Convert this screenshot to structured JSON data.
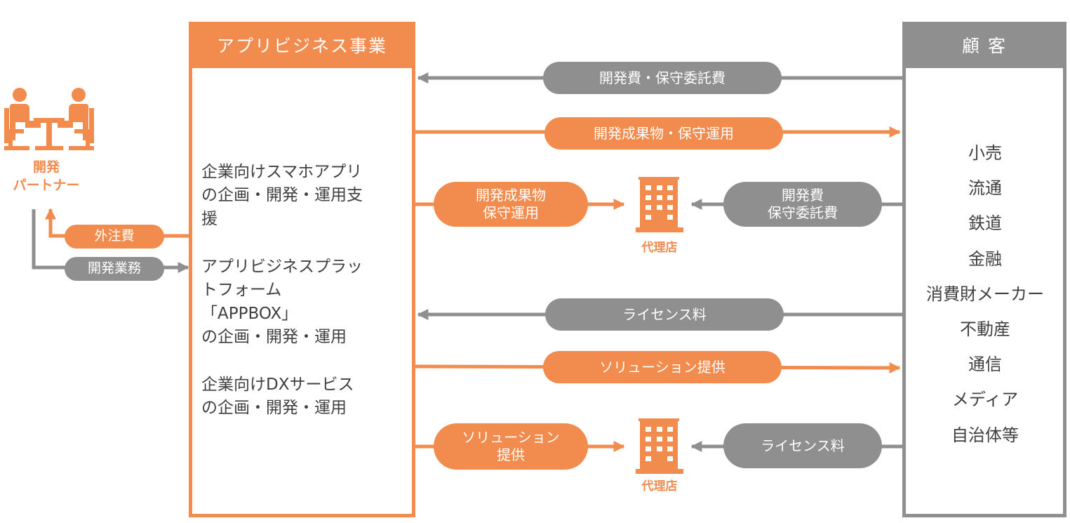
{
  "business": {
    "header": "アプリビジネス事業",
    "items": [
      {
        "lines": [
          "企業向けスマホアプリ",
          "の企画・開発・運用支",
          "援"
        ]
      },
      {
        "lines": [
          "アプリビジネスプラッ",
          "トフォーム",
          "「APPBOX」",
          "の企画・開発・運用"
        ]
      },
      {
        "lines": [
          "企業向けDXサービス",
          "の企画・開発・運用"
        ]
      }
    ]
  },
  "customer": {
    "header": "顧 客",
    "industries": [
      "小売",
      "流通",
      "鉄道",
      "金融",
      "消費財メーカー",
      "不動産",
      "通信",
      "メディア",
      "自治体等"
    ]
  },
  "partner": {
    "label_lines": [
      "開発",
      "パートナー"
    ],
    "outsourcing_fee": "外注費",
    "development_work": "開発業務"
  },
  "flows": {
    "dev_fee": "開発費・保守委託費",
    "deliverables": "開発成果物・保守運用",
    "agency1_out_lines": [
      "開発成果物",
      "保守運用"
    ],
    "agency1_in_lines": [
      "開発費",
      "保守委託費"
    ],
    "license_fee": "ライセンス料",
    "solution": "ソリューション提供",
    "agency2_out_lines": [
      "ソリューション",
      "提供"
    ],
    "agency2_in": "ライセンス料"
  },
  "agency": {
    "label": "代理店"
  },
  "colors": {
    "orange": "#F28C4E",
    "gray": "#8F8F8F",
    "text": "#404040"
  }
}
